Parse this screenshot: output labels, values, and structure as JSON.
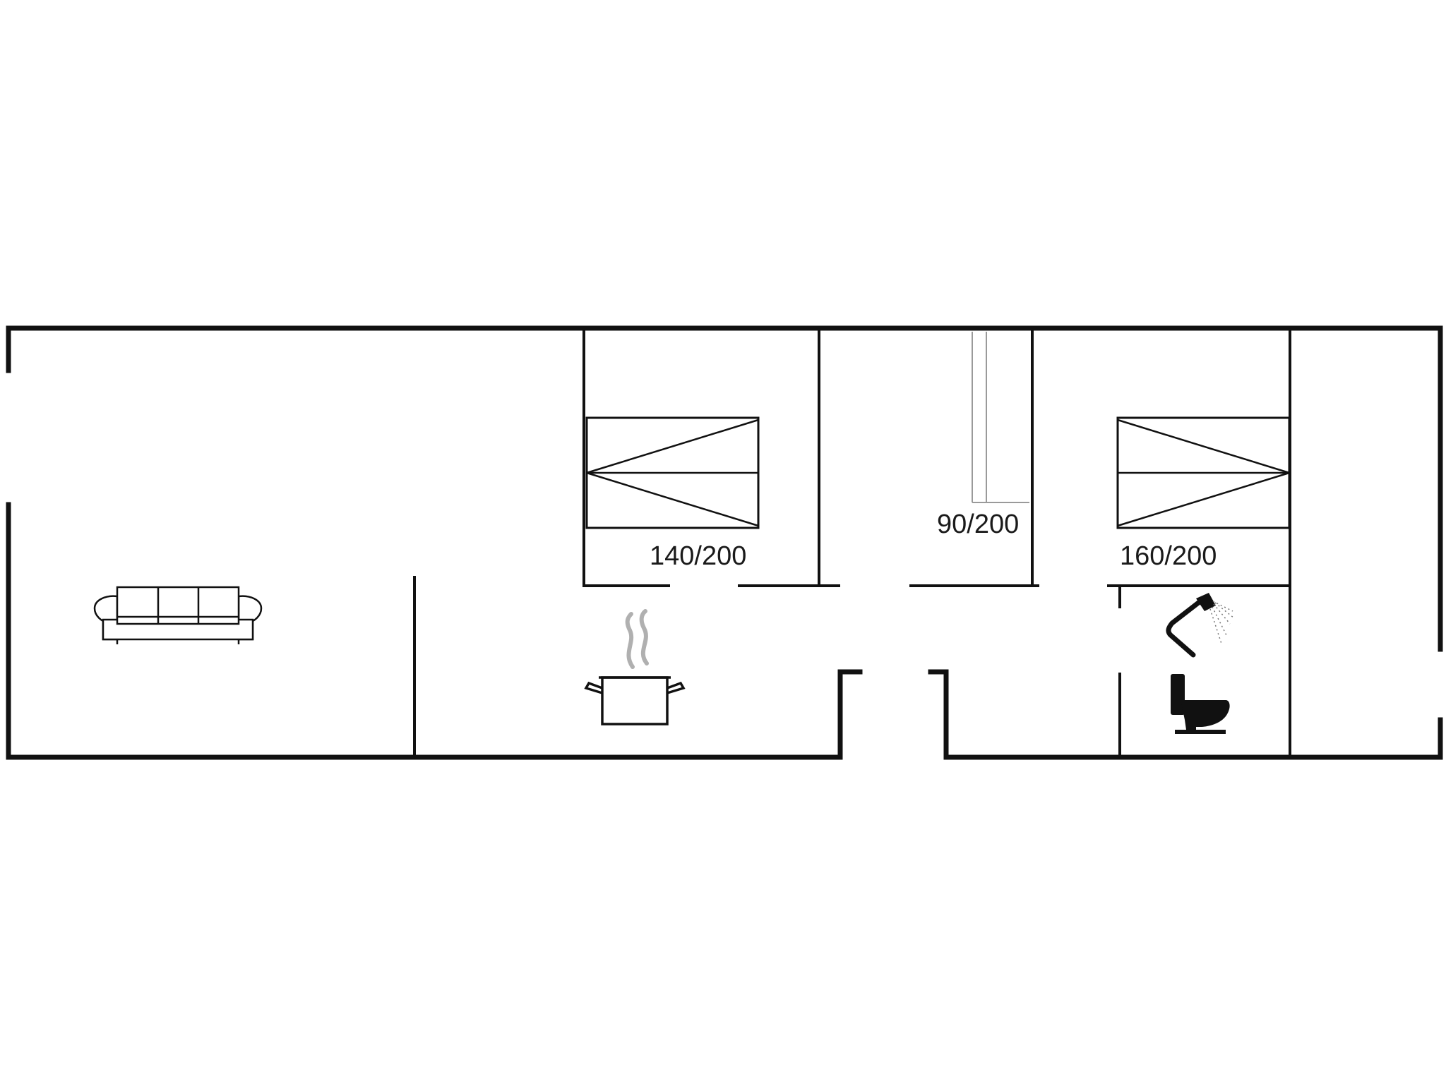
{
  "floorplan": {
    "beds": [
      {
        "label": "140/200"
      },
      {
        "label": "90/200"
      },
      {
        "label": "160/200"
      }
    ],
    "icons": {
      "sofa": "sofa-icon",
      "kitchen": "cooking-pot-icon",
      "shower": "shower-icon",
      "toilet": "toilet-icon"
    },
    "colors": {
      "wall": "#111111",
      "ladder": "#9a9a9a",
      "steam": "#b0b0b0",
      "background": "#ffffff"
    }
  }
}
